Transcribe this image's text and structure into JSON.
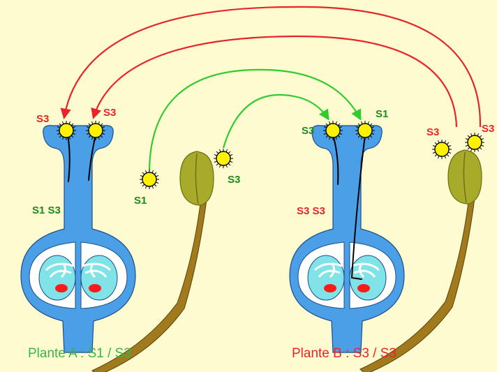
{
  "colors": {
    "background": "#fefbd0",
    "pistil": "#4a9fe6",
    "ovary_inner": "#7fe3e8",
    "pollen": "#fff200",
    "anther": "#a8ab2a",
    "filament": "#a07a1c",
    "arrow_incompatible": "#e8242a",
    "arrow_compatible": "#2ecc2e",
    "ovule": "#ff1a1a"
  },
  "plant_a": {
    "caption": "Plante A : S1 / S3",
    "genotype_label": "S1 S3",
    "stigma_pollen_labels": [
      "S3",
      "S3"
    ],
    "released_pollen_labels": [
      "S1",
      "S3"
    ]
  },
  "plant_b": {
    "caption": "Plante B : S3 / S3",
    "genotype_label": "S3 S3",
    "stigma_pollen_labels": [
      "S3",
      "S1"
    ],
    "released_pollen_labels": [
      "S3",
      "S3"
    ]
  }
}
